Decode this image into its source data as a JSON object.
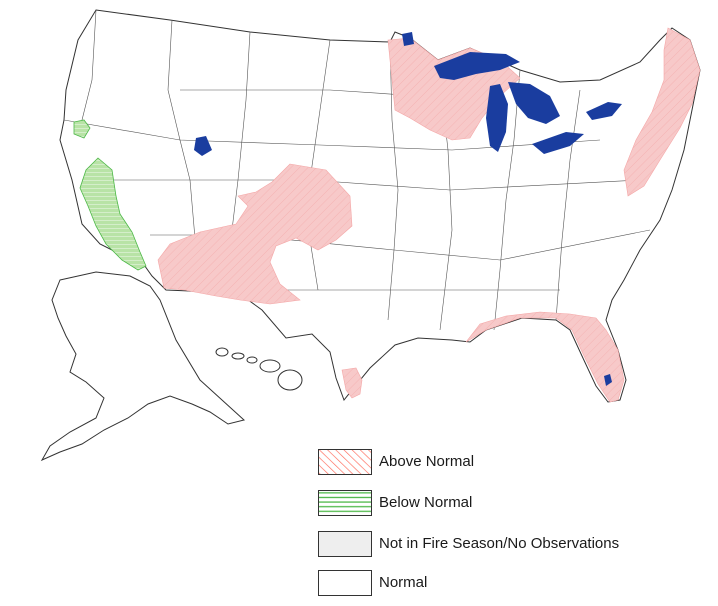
{
  "colors": {
    "above_normal_fill": "#f7c9c9",
    "above_normal_stroke": "#ff6b5b",
    "below_normal_fill": "#b8e3a6",
    "below_normal_stroke": "#4db848",
    "no_season_fill": "#eeeeee",
    "normal_fill": "#ffffff",
    "water": "#1a3d9f",
    "boundary": "#333333"
  },
  "map": {
    "projection": "contiguous-us-with-alaska-hawaii-inset",
    "regions": [
      {
        "name": "northern-minnesota-wisconsin-michigan",
        "category": "above_normal"
      },
      {
        "name": "southwest-four-corners-colorado",
        "category": "above_normal"
      },
      {
        "name": "gulf-coast-florida",
        "category": "above_normal"
      },
      {
        "name": "south-texas",
        "category": "above_normal"
      },
      {
        "name": "new-england-mid-atlantic",
        "category": "above_normal"
      },
      {
        "name": "california-sierra-nevada",
        "category": "below_normal"
      }
    ]
  },
  "legend": {
    "items": [
      {
        "key": "above_normal",
        "label": "Above Normal"
      },
      {
        "key": "below_normal",
        "label": "Below Normal"
      },
      {
        "key": "no_season",
        "label": "Not in Fire Season/No Observations"
      },
      {
        "key": "normal",
        "label": "Normal"
      }
    ]
  }
}
